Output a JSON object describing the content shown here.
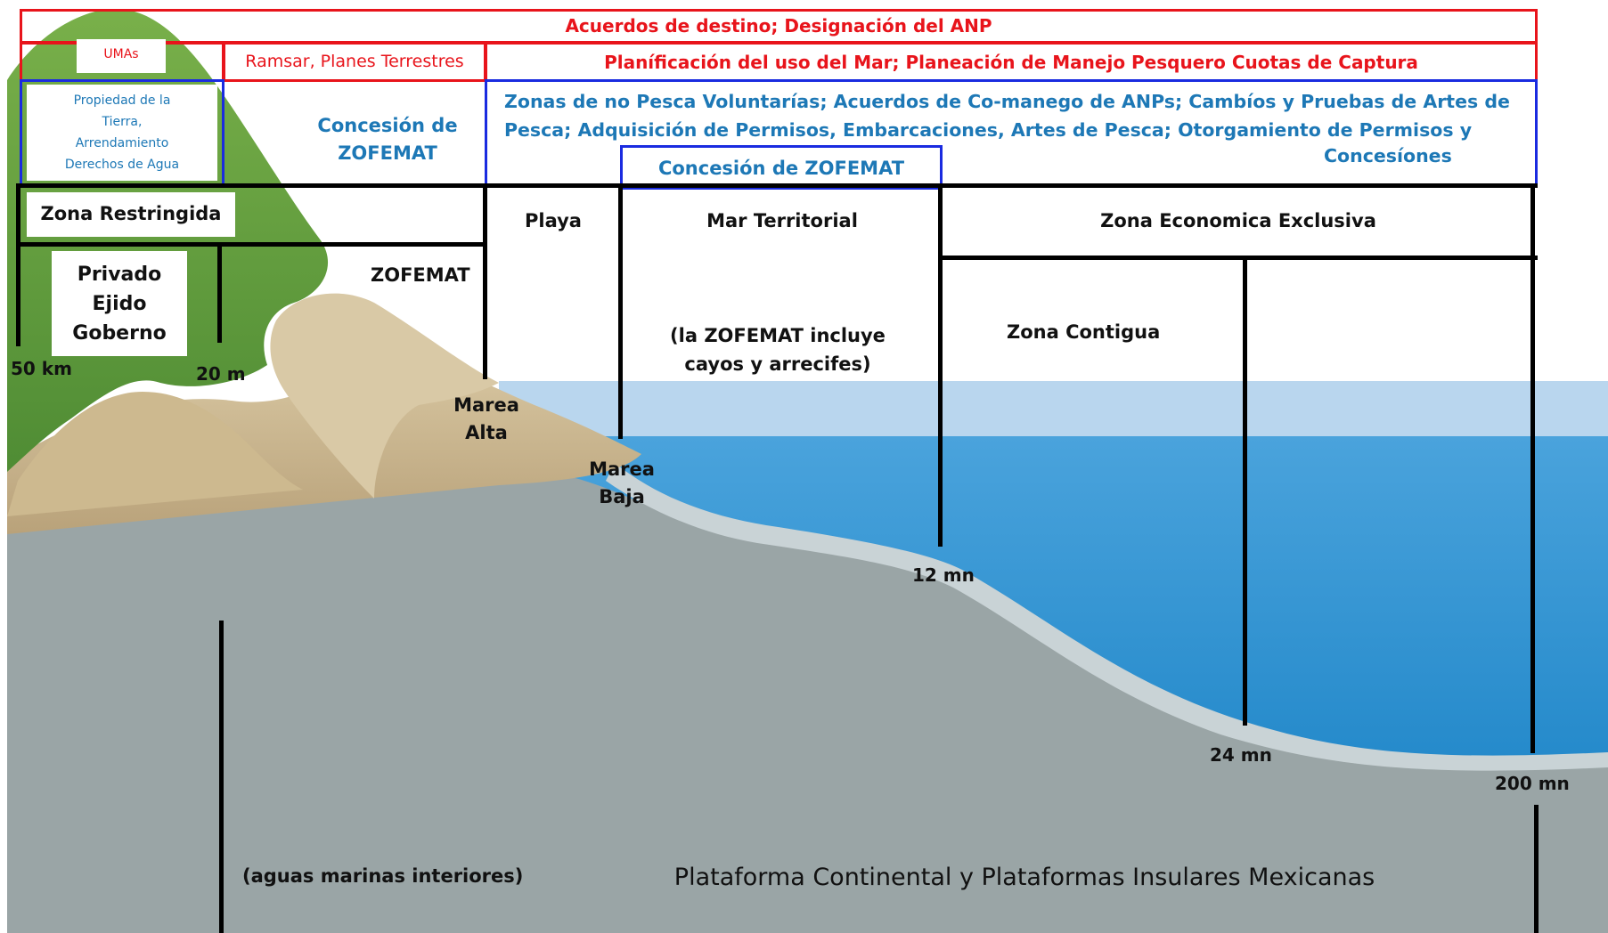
{
  "labels": {
    "acuerdos": "Acuerdos de destino; Designación del ANP",
    "umas": "UMAs",
    "ramsar": "Ramsar, Planes Terrestres",
    "planificacion": "Planíficación del uso del Mar; Planeación de Manejo Pesquero Cuotas de Captura",
    "propiedad": [
      "Propiedad de la",
      "Tierra,",
      "Arrendamiento",
      "Derechos de Agua"
    ],
    "concesion_zofemat_left": [
      "Concesión de",
      "ZOFEMAT"
    ],
    "zonas_pesca": [
      "Zonas de no Pesca Voluntarías; Acuerdos de Co-manego de ANPs; Cambíos y Pruebas de Artes de",
      "Pesca; Adquisición de Permisos, Embarcaciones, Artes de Pesca; Otorgamiento de Permisos y",
      "Concesíones"
    ],
    "concesion_zofemat_center": "Concesión de ZOFEMAT",
    "zona_restringida": "Zona Restringida",
    "playa": "Playa",
    "mar_territorial": "Mar Territorial",
    "zee": "Zona Economica Exclusiva",
    "privado": [
      "Privado",
      "Ejido",
      "Goberno"
    ],
    "zofemat": "ZOFEMAT",
    "zofemat_incluye": [
      "(la ZOFEMAT incluye",
      "cayos y arrecifes)"
    ],
    "zona_contigua": "Zona Contigua",
    "km50": "50 km",
    "m20": "20 m",
    "marea_alta": [
      "Marea",
      "Alta"
    ],
    "marea_baja": [
      "Marea",
      "Baja"
    ],
    "mn12": "12 mn",
    "mn24": "24 mn",
    "mn200": "200 mn",
    "aguas": "(aguas marinas interiores)",
    "plataforma": "Plataforma Continental y Plataformas Insulares Mexicanas"
  },
  "colors": {
    "red": "#e8141b",
    "blue": "#1a2be0",
    "text_blue": "#1d78b6",
    "sea_deep": "#2e8ed0",
    "sea_light": "#b9d6ee",
    "seafloor": "#9aa5a6",
    "sand": "#c9b590",
    "hill": "#5e9a3a"
  }
}
